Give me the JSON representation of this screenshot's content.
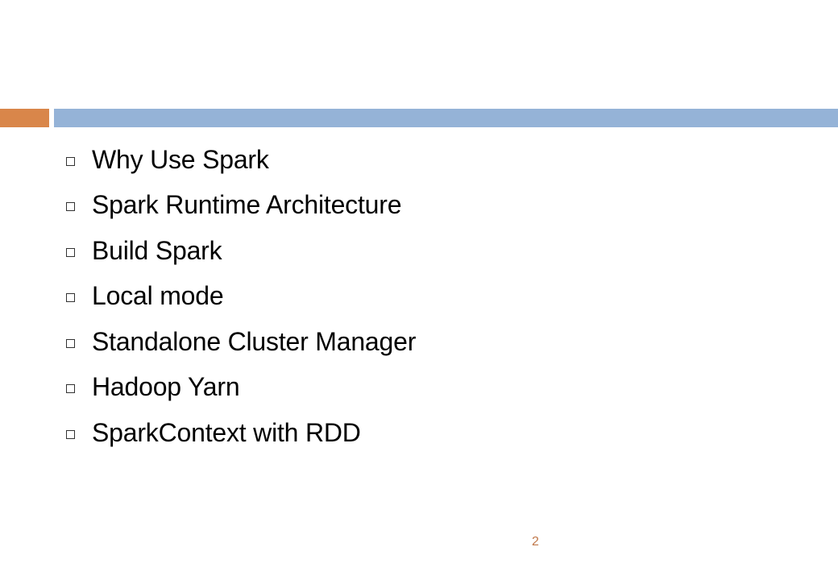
{
  "slide": {
    "bullets": [
      "Why Use Spark",
      "Spark Runtime Architecture",
      "Build Spark",
      "Local mode",
      "Standalone Cluster Manager",
      "Hadoop Yarn",
      "SparkContext with RDD"
    ],
    "page_number": "2"
  },
  "colors": {
    "accent_orange": "#d9864a",
    "accent_blue": "#95b3d7",
    "page_number": "#c0784a"
  }
}
